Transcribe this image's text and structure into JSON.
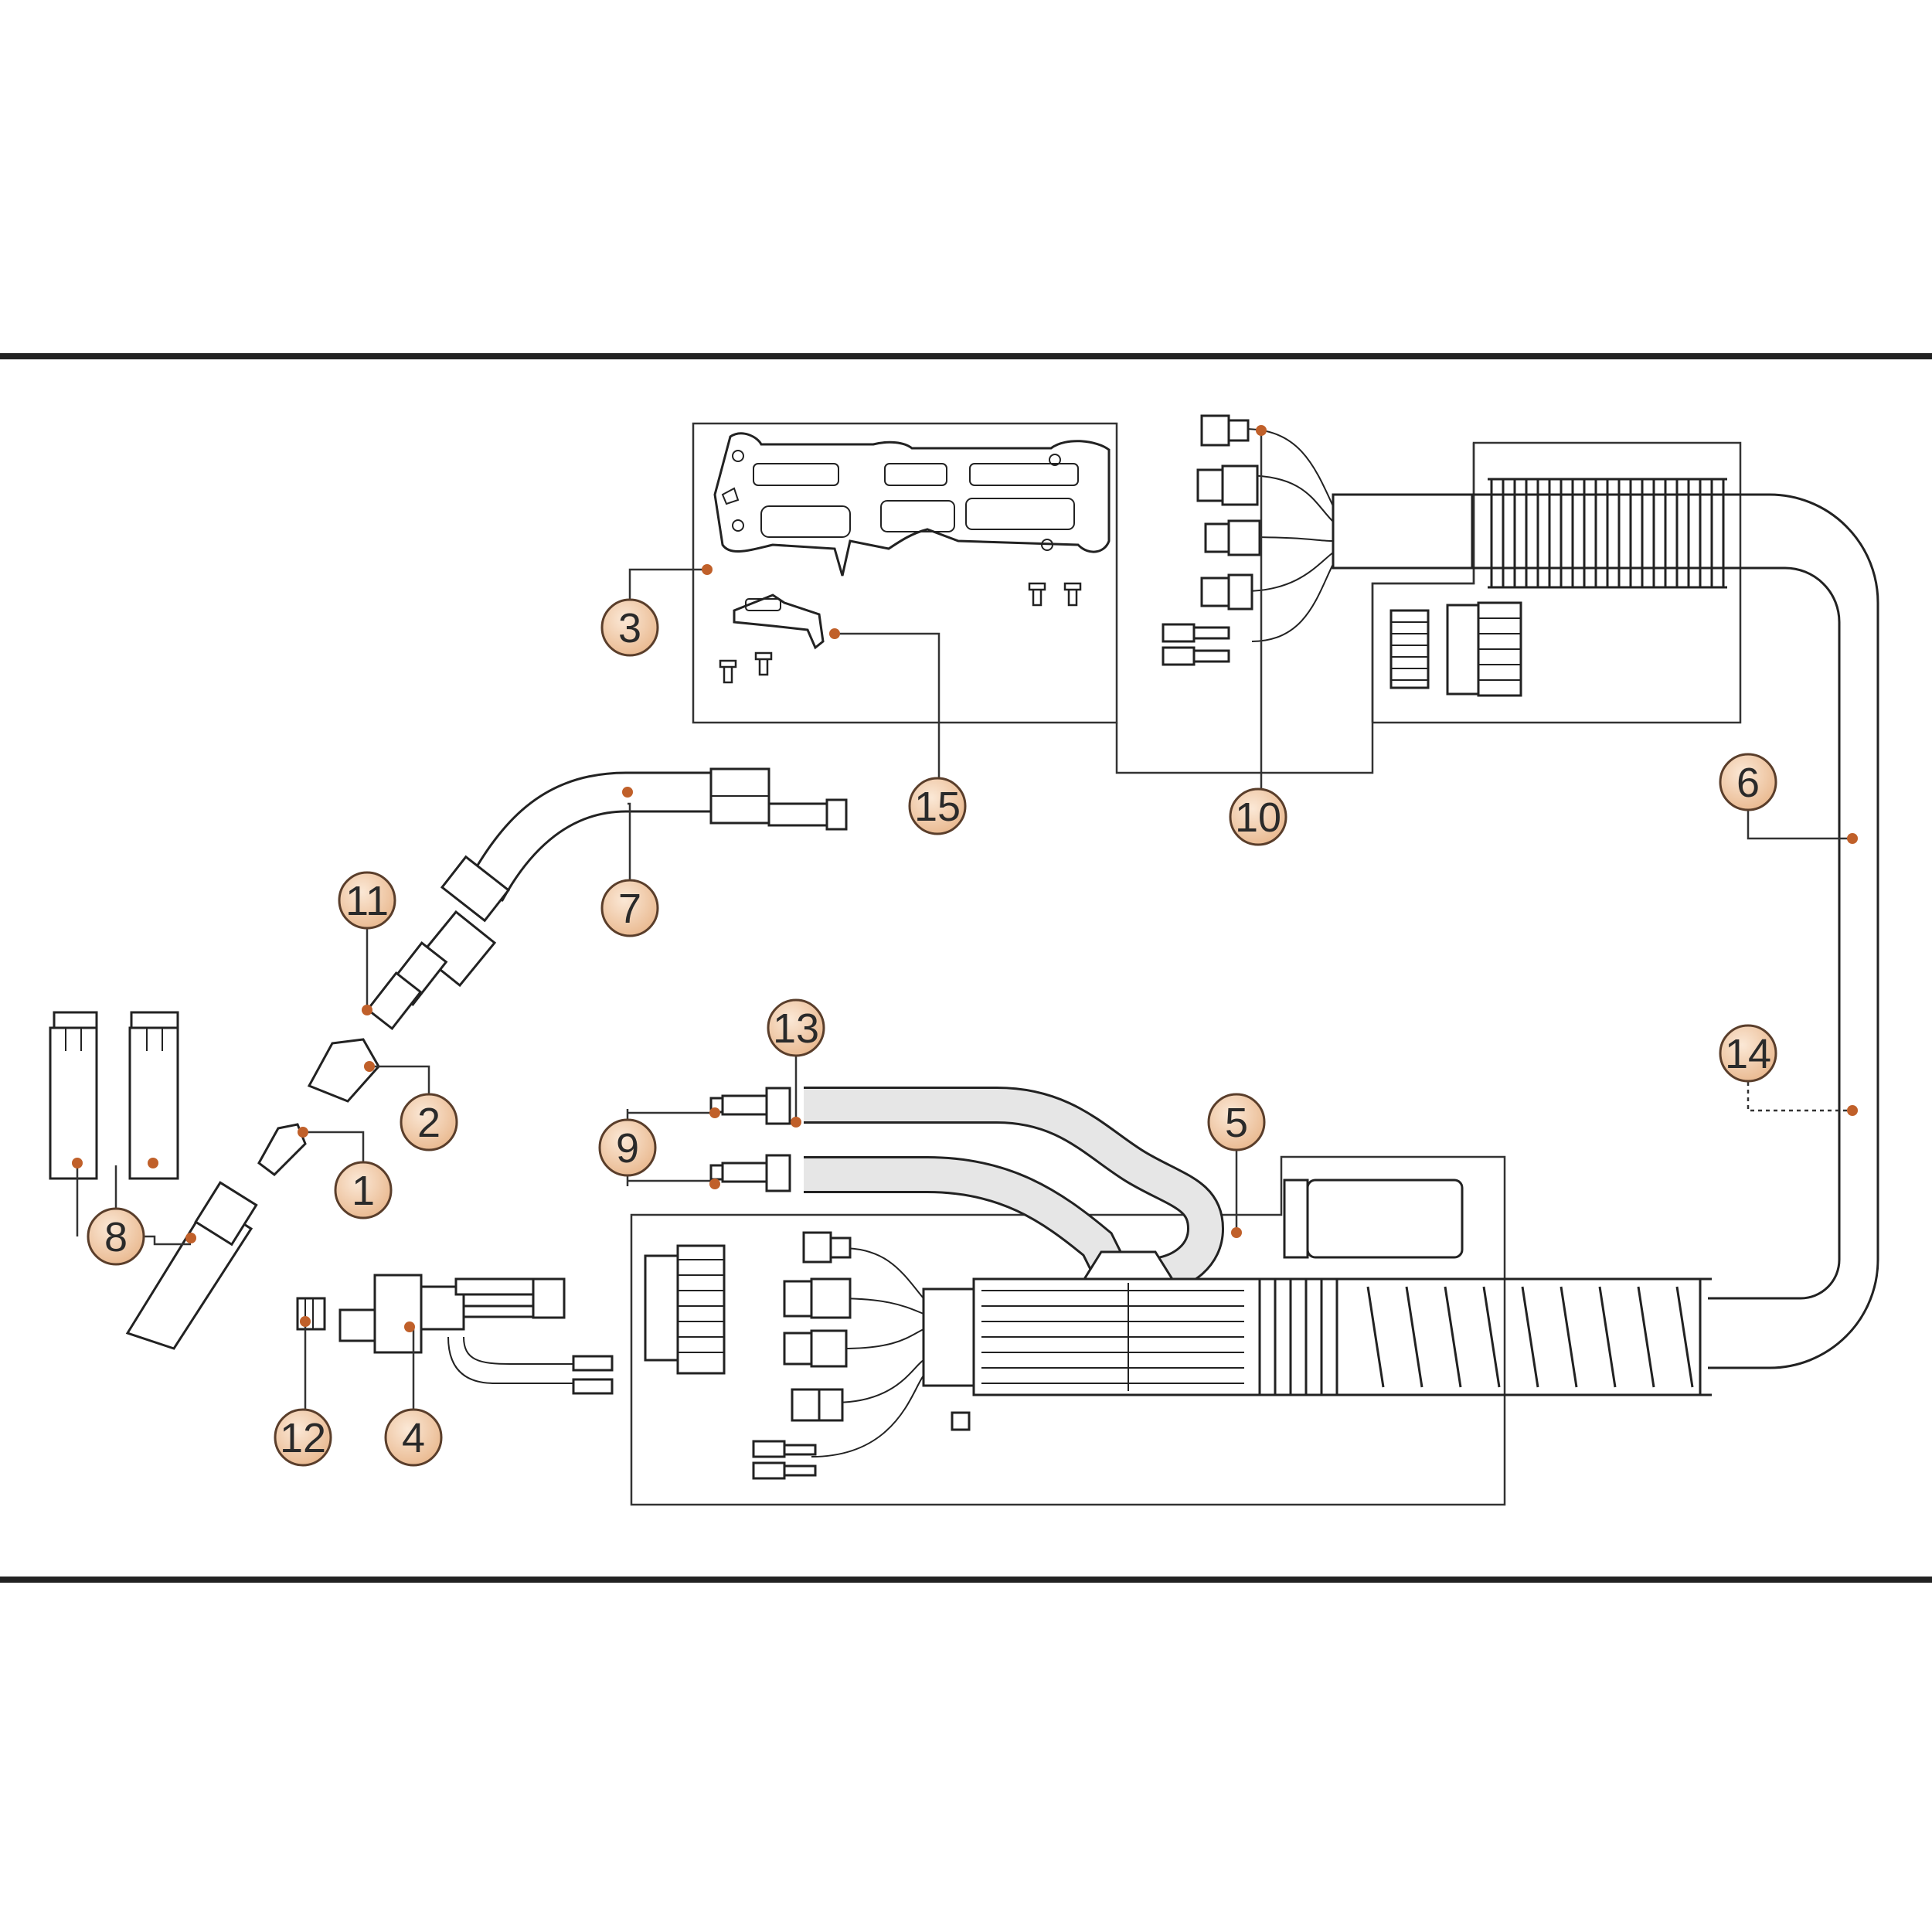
{
  "title": "",
  "accent_color": "#c0602a",
  "callout_fill": "#f1c9a4",
  "rule_color": "#222222",
  "callouts": [
    "1",
    "2",
    "3",
    "4",
    "5",
    "6",
    "7",
    "8",
    "9",
    "10",
    "11",
    "12",
    "13",
    "14",
    "15"
  ]
}
